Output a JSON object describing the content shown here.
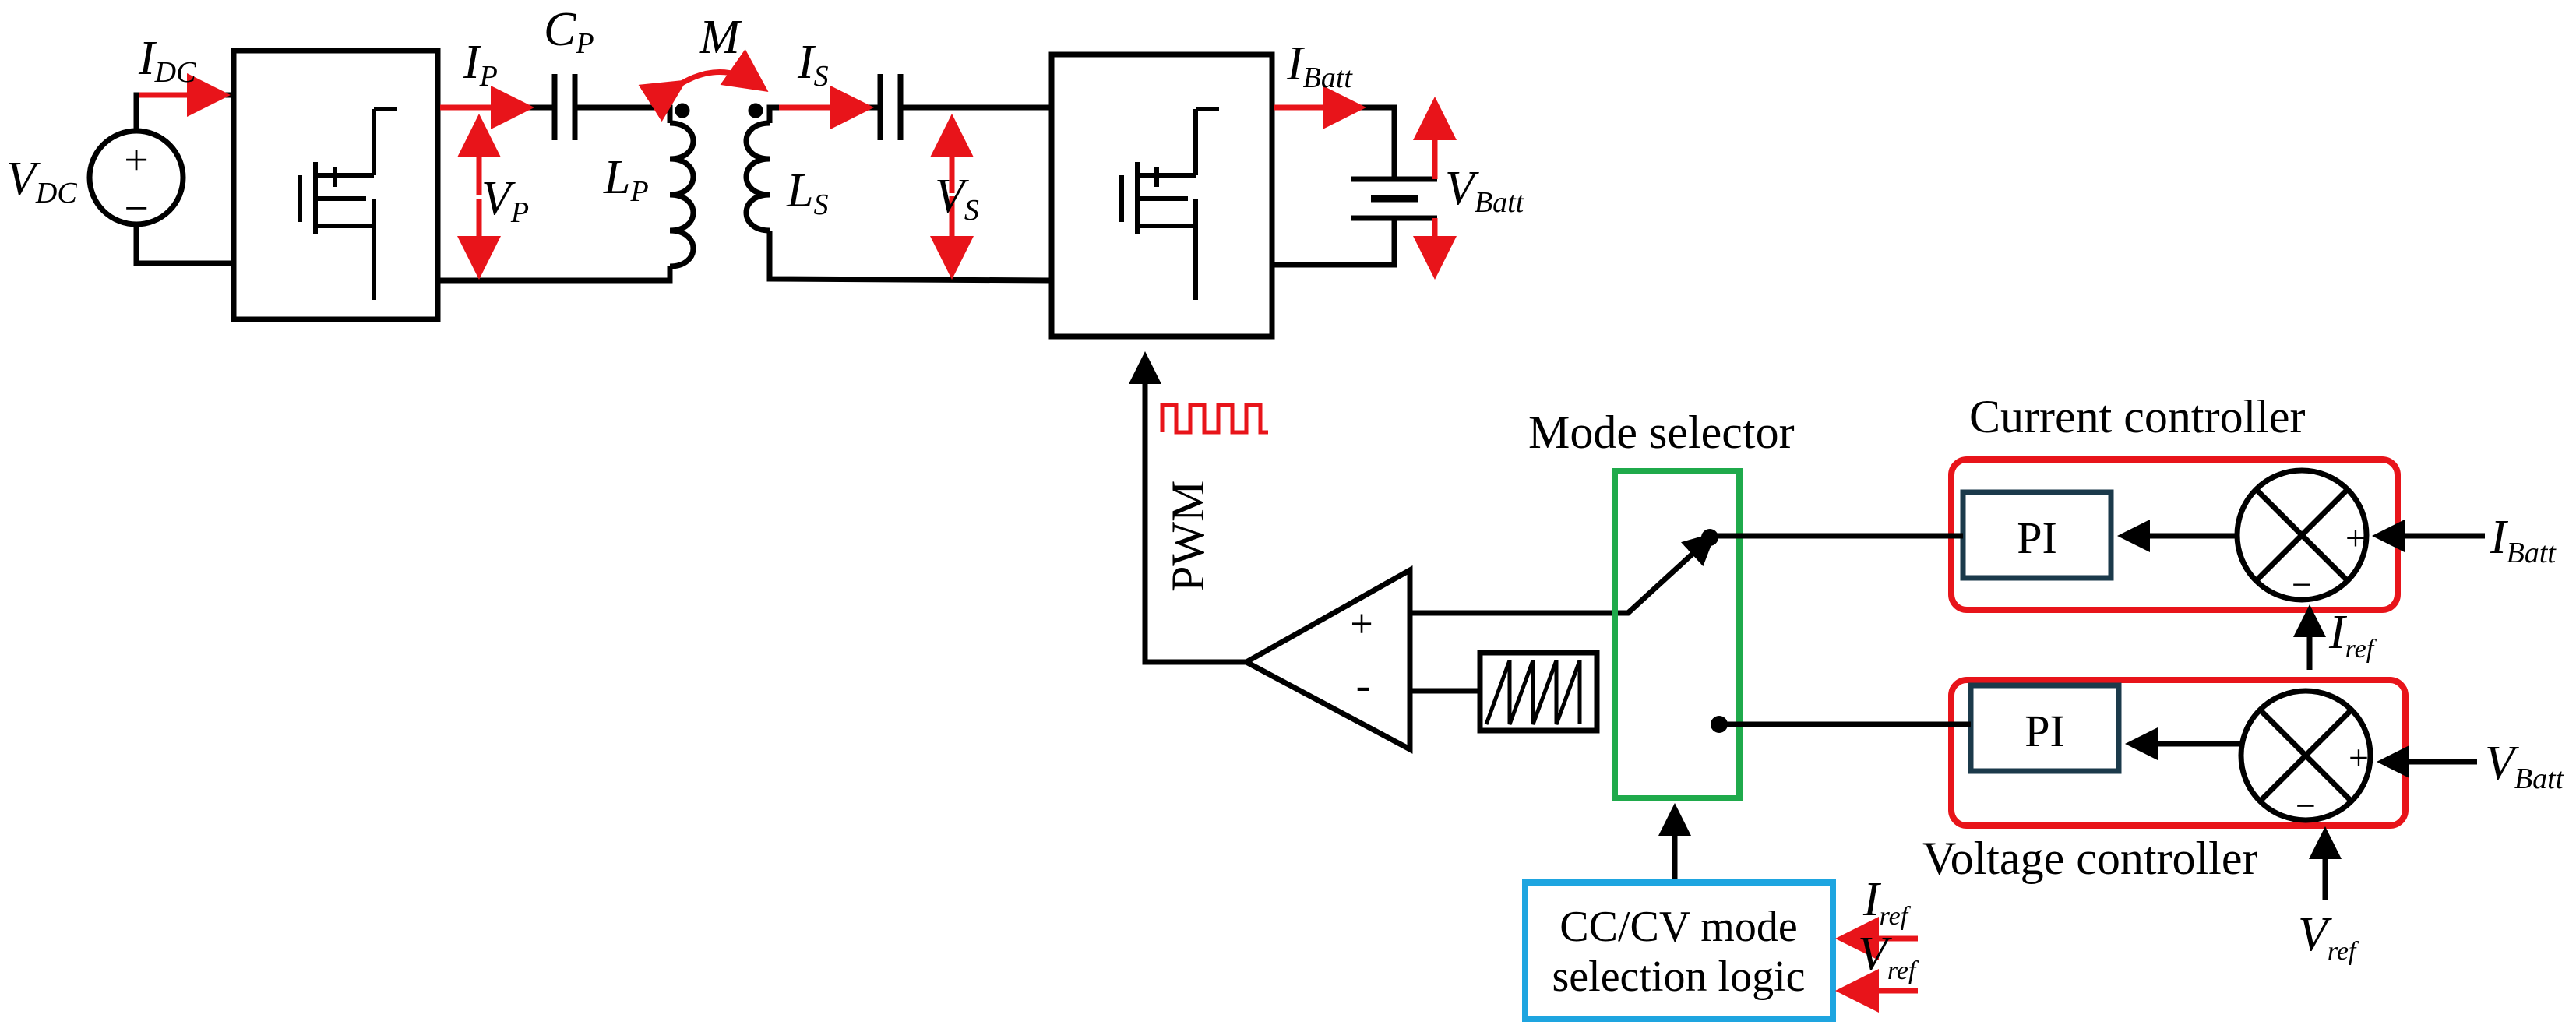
{
  "labels": {
    "vdc_var": "V",
    "vdc_sub": "DC",
    "idc_var": "I",
    "idc_sub": "DC",
    "ip_var": "I",
    "ip_sub": "P",
    "vp_var": "V",
    "vp_sub": "P",
    "cp_var": "C",
    "cp_sub": "P",
    "lp_var": "L",
    "lp_sub": "P",
    "m_var": "M",
    "is_var": "I",
    "is_sub": "S",
    "ls_var": "L",
    "ls_sub": "S",
    "vs_var": "V",
    "vs_sub": "S",
    "ibatt_top_var": "I",
    "ibatt_top_sub": "Batt",
    "vbatt_top_var": "V",
    "vbatt_top_sub": "Batt",
    "pwm": "PWM",
    "mode_selector": "Mode selector",
    "current_controller": "Current controller",
    "voltage_controller": "Voltage controller",
    "pi_current": "PI",
    "pi_voltage": "PI",
    "comp_plus": "+",
    "comp_minus": "-",
    "sum_plus": "+",
    "sum_minus": "−",
    "src_plus": "+",
    "src_minus": "−",
    "ibatt_in_var": "I",
    "ibatt_in_sub": "Batt",
    "vbatt_in_var": "V",
    "vbatt_in_sub": "Batt",
    "iref_mid_var": "I",
    "iref_mid_sub": "ref",
    "vref_bot_var": "V",
    "vref_bot_sub": "ref",
    "logic_line1": "CC/CV mode",
    "logic_line2": "selection logic",
    "iref_logic_var": "I",
    "iref_logic_sub": "ref",
    "vref_logic_var": "V",
    "vref_logic_sub": "ref"
  },
  "colors": {
    "red": "#e8141a",
    "green": "#1faa4b",
    "blue": "#1ea5e0",
    "pi_border": "#1b3a4b",
    "wire": "#000000"
  }
}
